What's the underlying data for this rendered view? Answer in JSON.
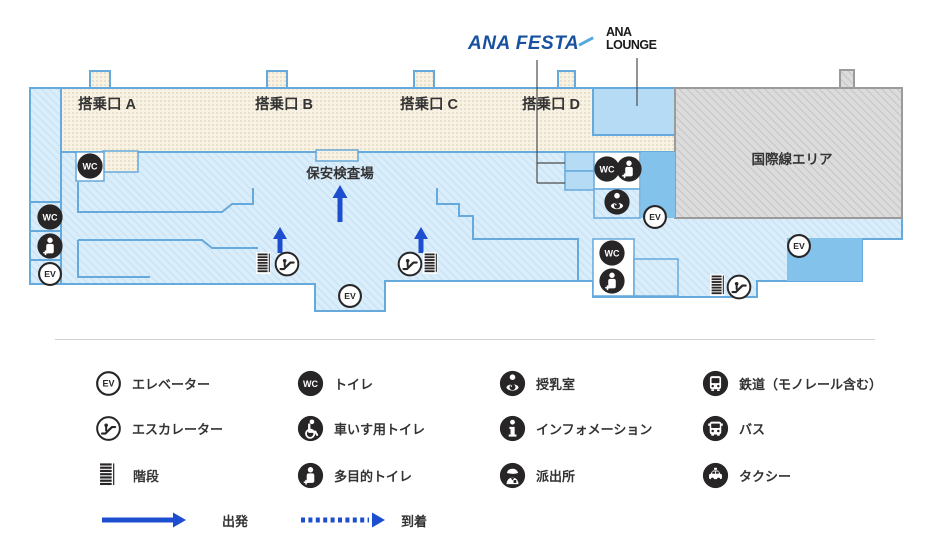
{
  "map": {
    "gates": [
      "搭乗口 A",
      "搭乗口 B",
      "搭乗口 C",
      "搭乗口 D"
    ],
    "security_label": "保安検査場",
    "international_label": "国際線エリア",
    "ana_festa_label": "ANA FESTA",
    "ana_lounge_line1": "ANA",
    "ana_lounge_line2": "LOUNGE"
  },
  "icons": {
    "ev_label": "EV",
    "wc_label": "WC"
  },
  "legend": {
    "items": [
      {
        "icon": "elevator-icon",
        "label": "エレベーター"
      },
      {
        "icon": "toilet-icon",
        "label": "トイレ"
      },
      {
        "icon": "nursing-room-icon",
        "label": "授乳室"
      },
      {
        "icon": "railway-icon",
        "label": "鉄道（モノレール含む）"
      },
      {
        "icon": "escalator-icon",
        "label": "エスカレーター"
      },
      {
        "icon": "wheelchair-toilet-icon",
        "label": "車いす用トイレ"
      },
      {
        "icon": "information-icon",
        "label": "インフォメーション"
      },
      {
        "icon": "bus-icon",
        "label": "バス"
      },
      {
        "icon": "stairs-icon",
        "label": "階段"
      },
      {
        "icon": "multipurpose-toilet-icon",
        "label": "多目的トイレ"
      },
      {
        "icon": "police-box-icon",
        "label": "派出所"
      },
      {
        "icon": "taxi-icon",
        "label": "タクシー"
      },
      {
        "icon": "departure-arrow-icon",
        "label": "出発"
      },
      {
        "icon": "arrival-arrow-icon",
        "label": "到着"
      }
    ]
  },
  "colors": {
    "map_border_blue": "#66a9dc",
    "concourse_fill": "#daedfa",
    "concourse_hatch": "#c5e1f4",
    "gate_strip_beige": "#f8f2e4",
    "gate_strip_dots": "#e0d4b8",
    "lounge_blue": "#b5dbf5",
    "solid_blue": "#82c2eb",
    "international_gray": "#dcdcdc",
    "international_hatch": "#c8c8c8",
    "arrow_blue": "#1c4ecf",
    "icon_black": "#272525",
    "ana_festa_blue": "#17519f",
    "label_text": "#333333"
  }
}
